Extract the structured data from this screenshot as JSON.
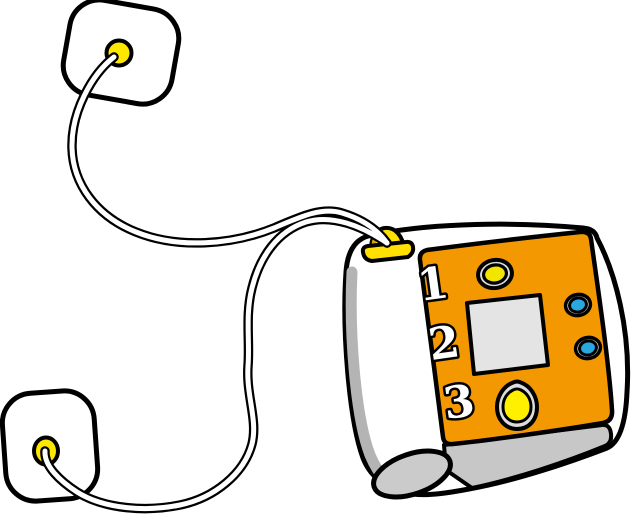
{
  "illustration": {
    "subject": "AED defibrillator device with two electrode pads connected by cables",
    "labels": [
      "1",
      "2",
      "3"
    ],
    "colors": {
      "background": "#FFFFFF",
      "outline": "#000000",
      "pad_white": "#FFFFFF",
      "body_white": "#FFFFFF",
      "panel_orange": "#F39800",
      "stud_yellow": "#FFE800",
      "button_yellow": "#F2E500",
      "egg_yellow": "#FFF000",
      "connector_yellow": "#FFE000",
      "connector_shade": "#DCA600",
      "button_blue": "#29A7DE",
      "ring_gray": "#DCDCDC",
      "screen_gray": "#E4E4E5",
      "side_gray": "#C7C7C8",
      "band_gray": "#B4B4B5",
      "endcap_gray": "#CBCBCC",
      "cable_white": "#FFFFFF"
    }
  }
}
